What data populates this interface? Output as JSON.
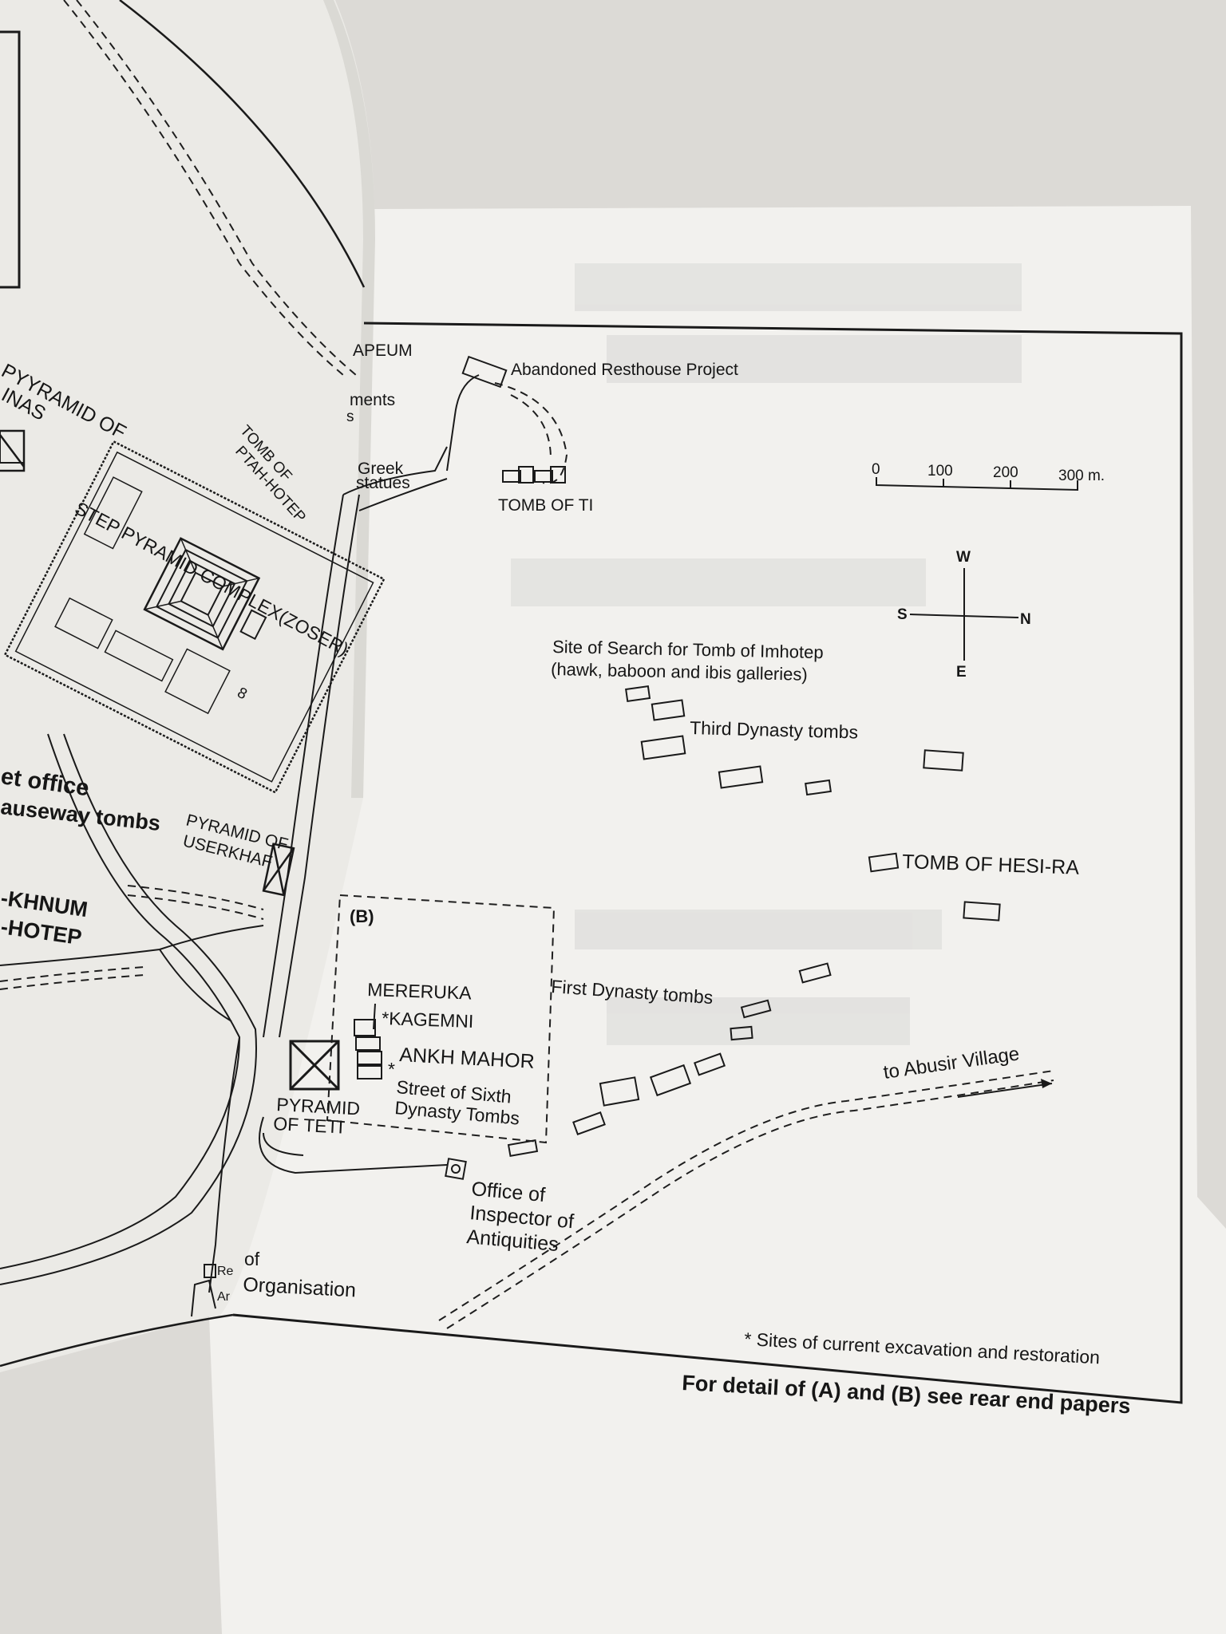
{
  "map": {
    "labels": {
      "apeum": "APEUM",
      "abandoned_resthouse": "Abandoned Resthouse Project",
      "ments": "ments",
      "ments_s": "s",
      "greek": "Greek",
      "statues": "statues",
      "tomb_of_ti": "TOMB OF TI",
      "tomb_of": "TOMB OF",
      "ptah_hotep": "PTAH-HOTEP",
      "pyyramid_of": "PYYRAMID OF",
      "inas": "INAS",
      "step_pyramid": "STEP PYRAMID COMPLEX(ZOSER)",
      "step_number": "8",
      "ticket_office": "et office",
      "causeway_tombs": "auseway tombs",
      "pyramid_of": "PYRAMID OF",
      "userkhaf": "USERKHAF",
      "khnum": "-KHNUM",
      "hotep": "-HOTEP",
      "imhotep_1": "Site of Search for Tomb of Imhotep",
      "imhotep_2": "(hawk, baboon and ibis galleries)",
      "third_dynasty": "Third Dynasty tombs",
      "hesi_ra": "TOMB OF HESI-RA",
      "detail_b": "(B)",
      "first_dynasty": "First Dynasty tombs",
      "mereruka": "MERERUKA",
      "kagemni": "*KAGEMNI",
      "ankh_mahor": "ANKH MAHOR",
      "street_star": "*",
      "street_1": "Street of Sixth",
      "street_2": "Dynasty Tombs",
      "pyramid_teti_1": "PYRAMID",
      "pyramid_teti_2": "OF TETI",
      "office_1": "Office of",
      "office_2": "Inspector of",
      "office_3": "Antiquities",
      "abusir": "to Abusir Village",
      "org_of": "of",
      "organisation": "Organisation",
      "frag_re": "Re",
      "frag_ar": "Ar"
    },
    "scale_bar": {
      "ticks": [
        "0",
        "100",
        "200",
        "300 m."
      ]
    },
    "compass": {
      "west": "W",
      "south": "S",
      "north": "N",
      "east": "E"
    },
    "legend": "* Sites of current excavation and restoration",
    "footer_note": "For detail of (A) and (B) see rear end papers"
  }
}
